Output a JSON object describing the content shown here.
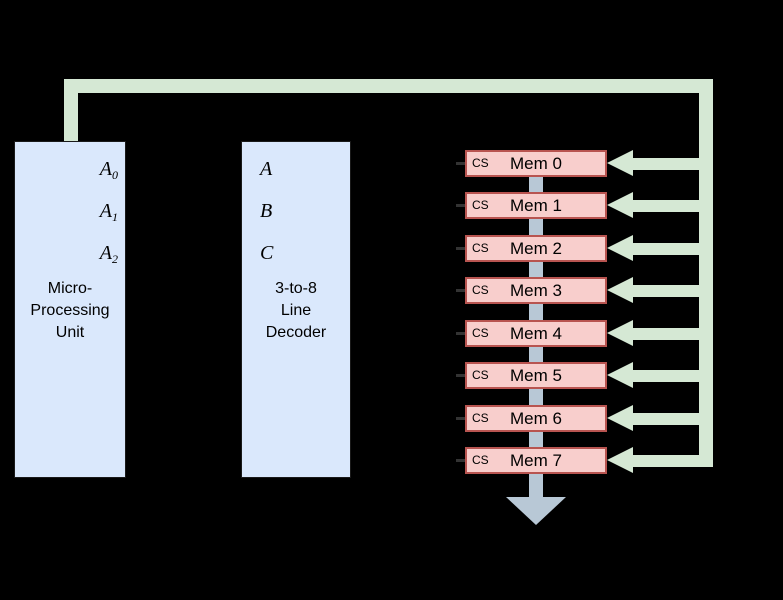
{
  "colors": {
    "background": "#000000",
    "bus_green": "#d5e8d4",
    "bus_gray": "#b8c8d6",
    "block_fill": "#dae8fc",
    "block_border": "#1a1a1a",
    "mem_fill": "#f8cecc",
    "mem_border": "#b85450",
    "connector_dash": "#333333",
    "text": "#000000"
  },
  "mpu": {
    "ports": [
      {
        "base": "A",
        "sub": "0"
      },
      {
        "base": "A",
        "sub": "1"
      },
      {
        "base": "A",
        "sub": "2"
      }
    ],
    "label_lines": [
      "Micro-",
      "Processing",
      "Unit"
    ]
  },
  "decoder": {
    "ports": [
      "A",
      "B",
      "C"
    ],
    "label_lines": [
      "3-to-8",
      "Line",
      "Decoder"
    ]
  },
  "memory": {
    "cs_label": "CS",
    "modules": [
      {
        "label": "Mem 0"
      },
      {
        "label": "Mem 1"
      },
      {
        "label": "Mem 2"
      },
      {
        "label": "Mem 3"
      },
      {
        "label": "Mem 4"
      },
      {
        "label": "Mem 5"
      },
      {
        "label": "Mem 6"
      },
      {
        "label": "Mem 7"
      }
    ]
  }
}
